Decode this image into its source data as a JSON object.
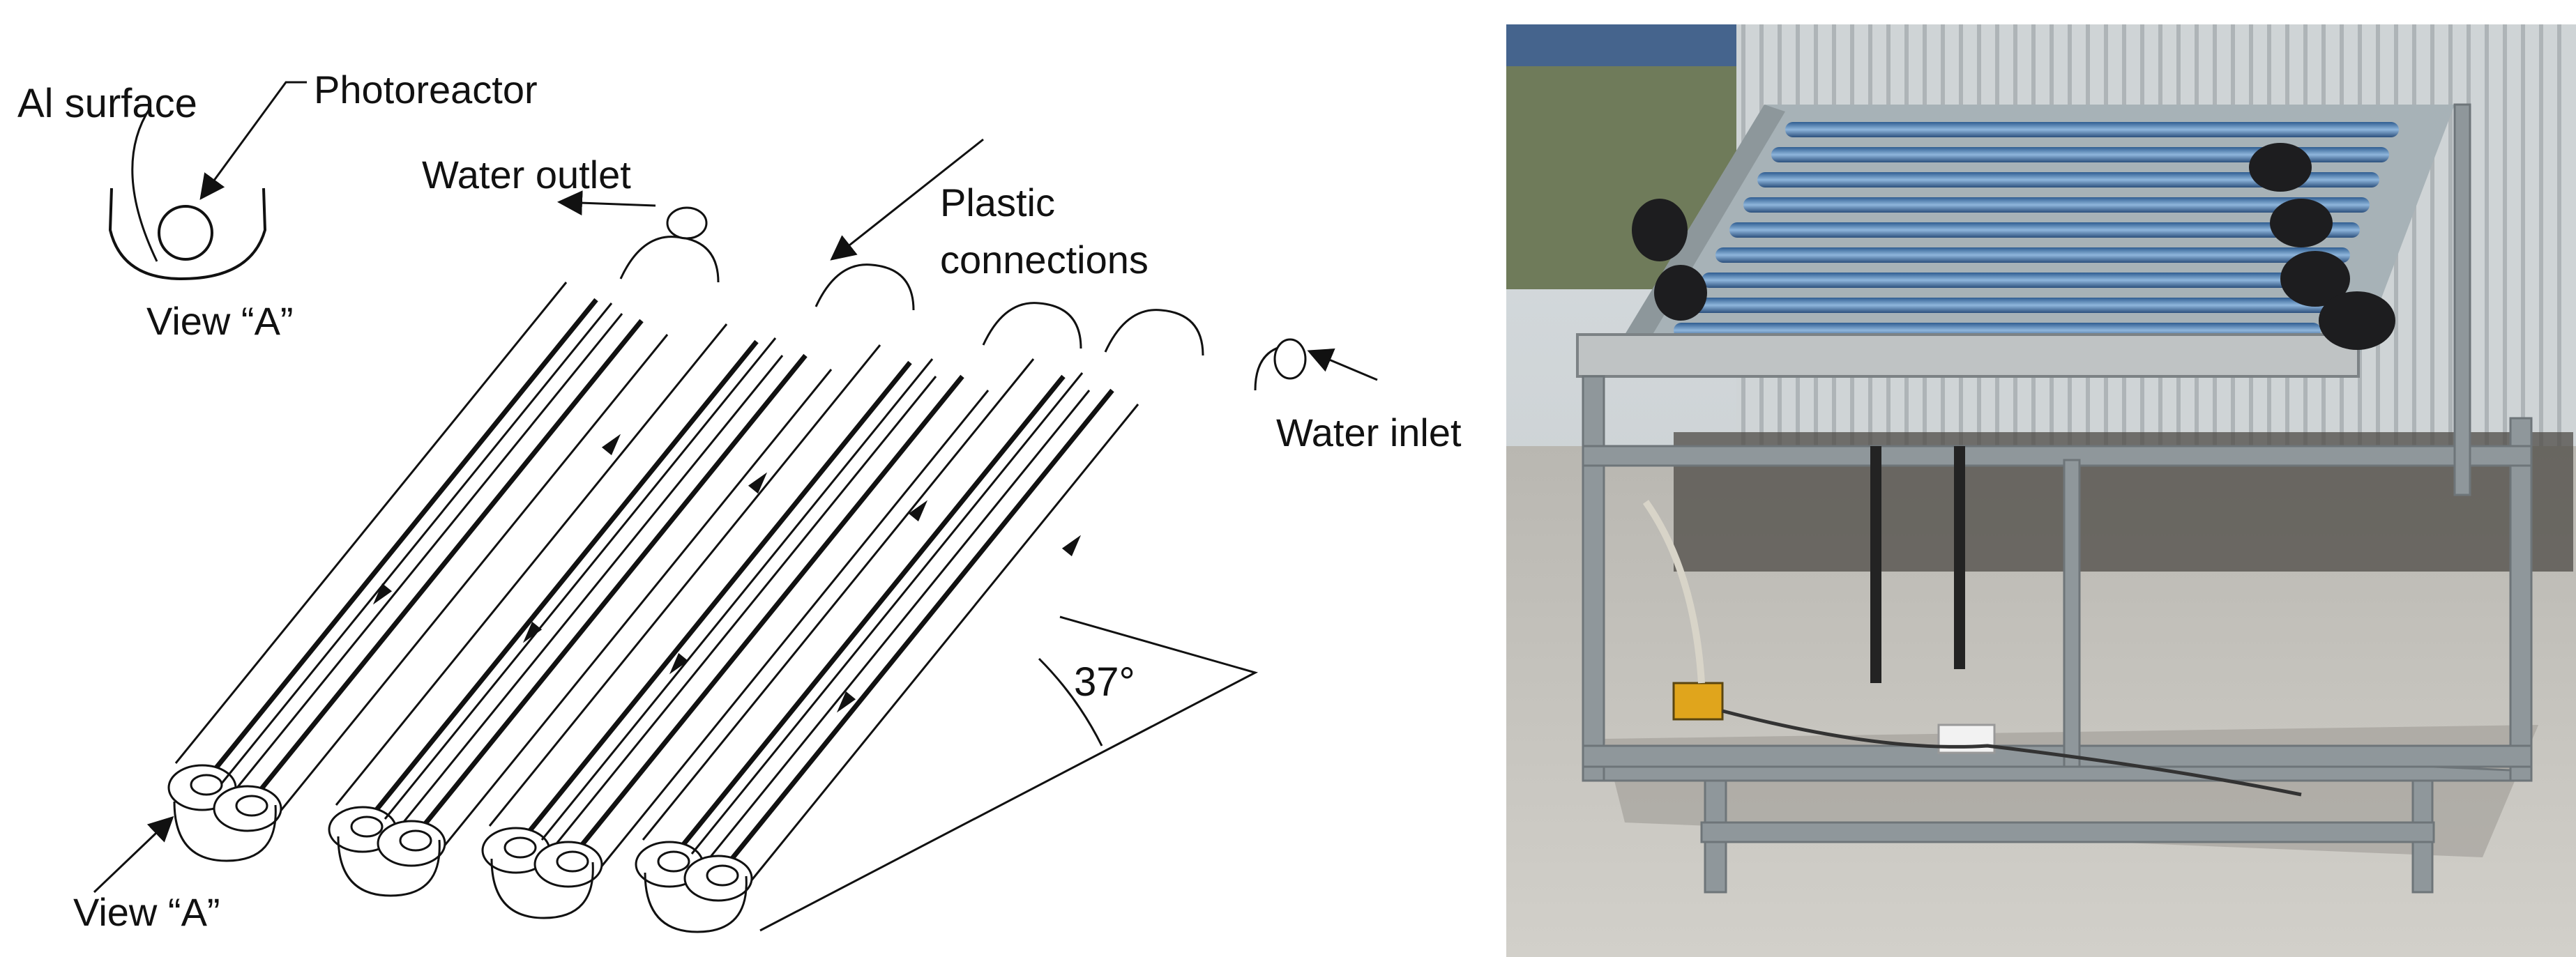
{
  "diagram": {
    "labels": {
      "al_surface": "Al surface",
      "photoreactor": "Photoreactor",
      "view_a_top": "View “A”",
      "water_outlet": "Water outlet",
      "plastic_connections_line1": "Plastic",
      "plastic_connections_line2": "connections",
      "water_inlet": "Water inlet",
      "angle": "37°",
      "view_a_bottom": "View “A”"
    }
  },
  "photo": {
    "subject": "outdoor compound parabolic collector photoreactor rig on a grey steel frame"
  }
}
